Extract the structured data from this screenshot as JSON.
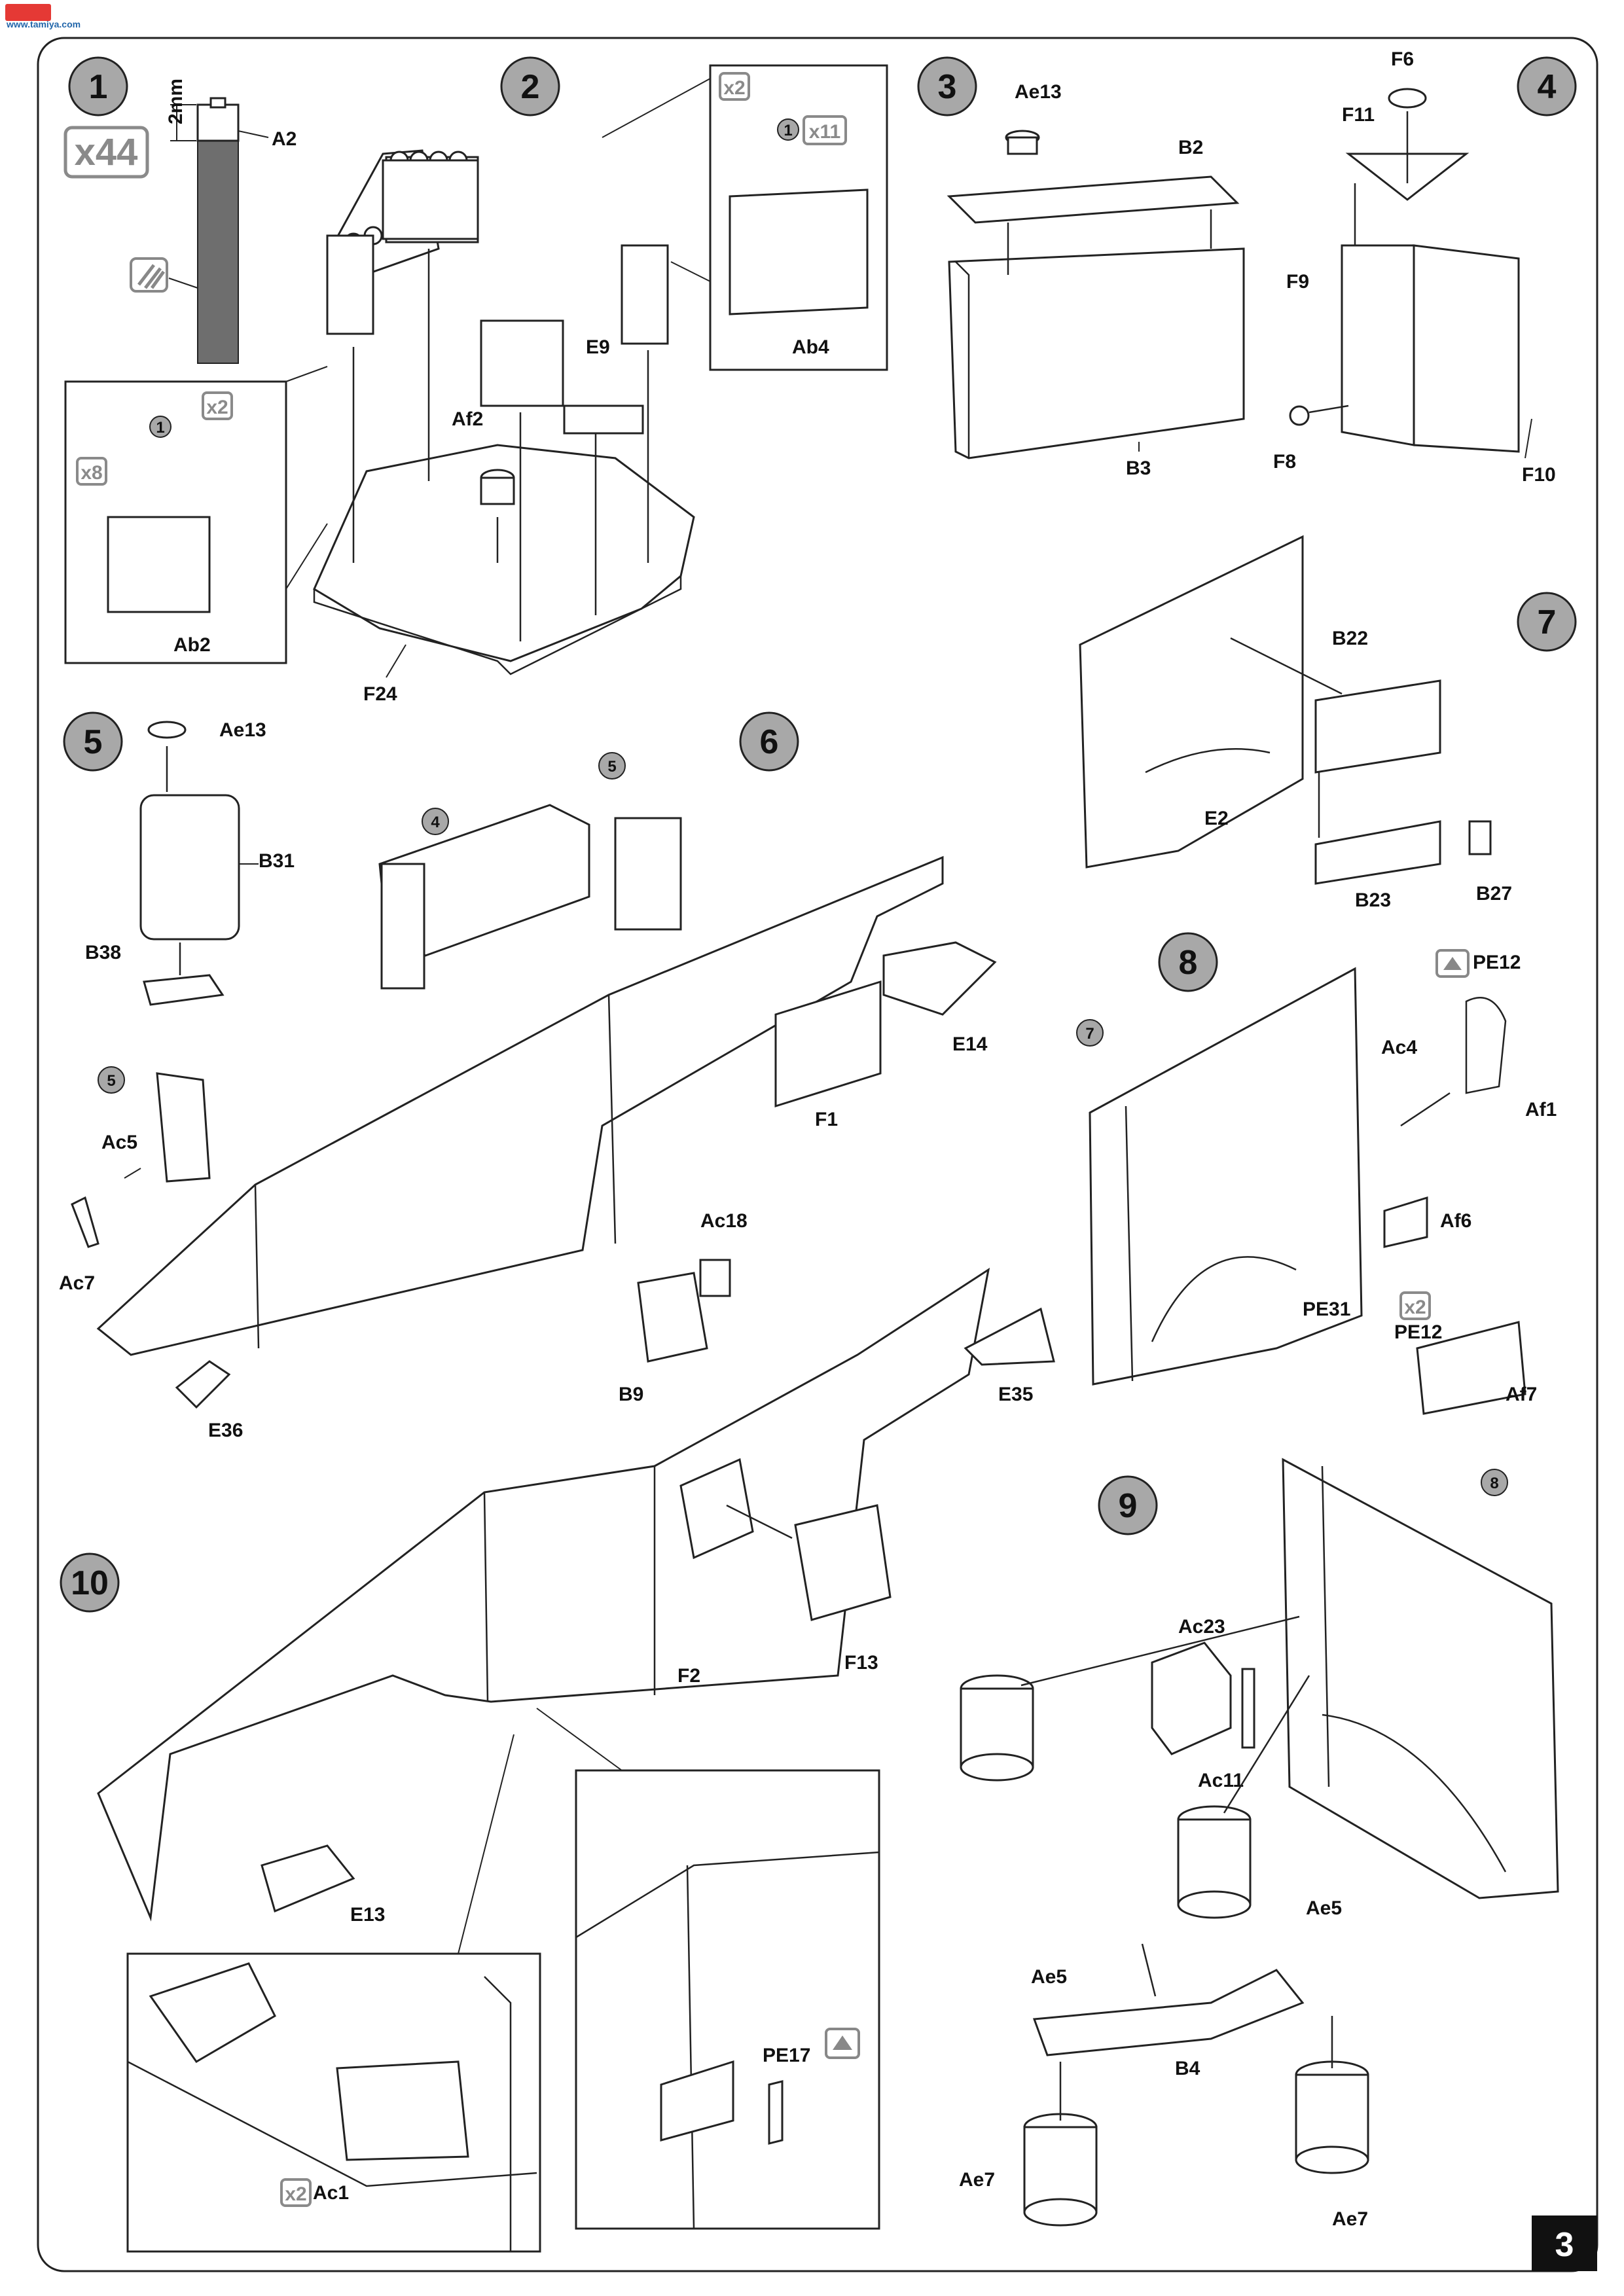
{
  "watermark": "www.tamiya.com",
  "page_number": "3",
  "steps": [
    {
      "number": "1",
      "parts": [
        "A2"
      ],
      "measure": "2mm",
      "multiplier": "x44"
    },
    {
      "number": "2",
      "parts": [
        "Af2",
        "E9",
        "F24",
        "Ab2",
        "Ab4"
      ],
      "inset_a": {
        "count": "x2",
        "sub": "x8",
        "ref": "1"
      },
      "inset_b": {
        "count": "x2",
        "sub": "x11",
        "ref": "1"
      }
    },
    {
      "number": "3",
      "parts": [
        "Ae13",
        "B2",
        "B3"
      ]
    },
    {
      "number": "4",
      "parts": [
        "F6",
        "F11",
        "F9",
        "F8",
        "F10"
      ]
    },
    {
      "number": "5",
      "parts": [
        "Ae13",
        "B31",
        "B38"
      ]
    },
    {
      "number": "6",
      "parts": [
        "E14",
        "F1",
        "Ac5",
        "Ac7",
        "E36"
      ],
      "refs": [
        "4",
        "5",
        "5"
      ]
    },
    {
      "number": "7",
      "parts": [
        "B22",
        "E2",
        "B23",
        "B27"
      ]
    },
    {
      "number": "8",
      "parts": [
        "PE12",
        "Ac4",
        "Af1",
        "Af6",
        "PE31",
        "PE12",
        "Af7"
      ],
      "refs": [
        "7"
      ],
      "inset_count": "x2"
    },
    {
      "number": "9",
      "parts": [
        "Ac23",
        "Ac11",
        "Ae5",
        "Ae5",
        "B4",
        "Ae7",
        "Ae7"
      ],
      "refs": [
        "8"
      ]
    },
    {
      "number": "10",
      "parts": [
        "Ac18",
        "B9",
        "E35",
        "F2",
        "F13",
        "E13",
        "PE17",
        "Ac1"
      ],
      "detail_count": "x2"
    }
  ],
  "colors": {
    "frame": "#222222",
    "badge": "#a8a8a8",
    "part_fill": "#ffffff",
    "rod_fill": "#6e6e6e",
    "page_tab": "#111111"
  }
}
